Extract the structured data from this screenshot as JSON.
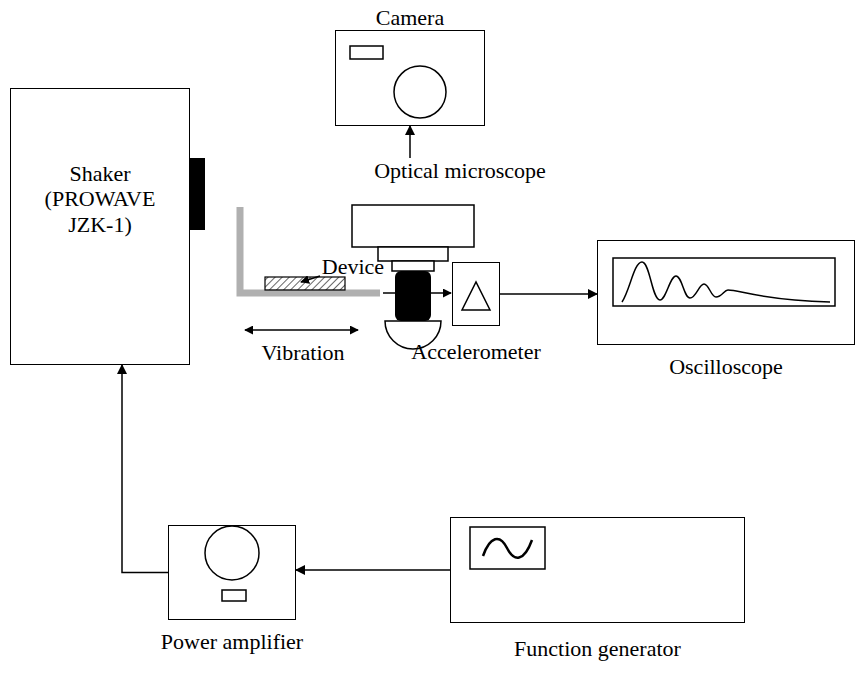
{
  "diagram": {
    "nodes": [
      {
        "text": [
          "Camera"
        ]
      },
      {
        "text": [
          "Optical microscope"
        ]
      },
      {
        "text": [
          "Shaker (PROWAVE JZK-1)"
        ]
      },
      {
        "text": [
          "Accelerometer"
        ]
      },
      {
        "text": [
          "Oscilloscope"
        ]
      },
      {
        "text": [
          "Power amplifier"
        ]
      },
      {
        "text": [
          "Function generator"
        ]
      }
    ],
    "edges": [
      {
        "from": 1,
        "to": 0,
        "arrow": "to"
      },
      {
        "from": 3,
        "to": 4,
        "arrow": "to"
      },
      {
        "from": 5,
        "to": 2,
        "arrow": "to"
      },
      {
        "from": 6,
        "to": 5,
        "arrow": "to"
      }
    ],
    "labels": [
      "Device",
      "Vibration"
    ]
  }
}
